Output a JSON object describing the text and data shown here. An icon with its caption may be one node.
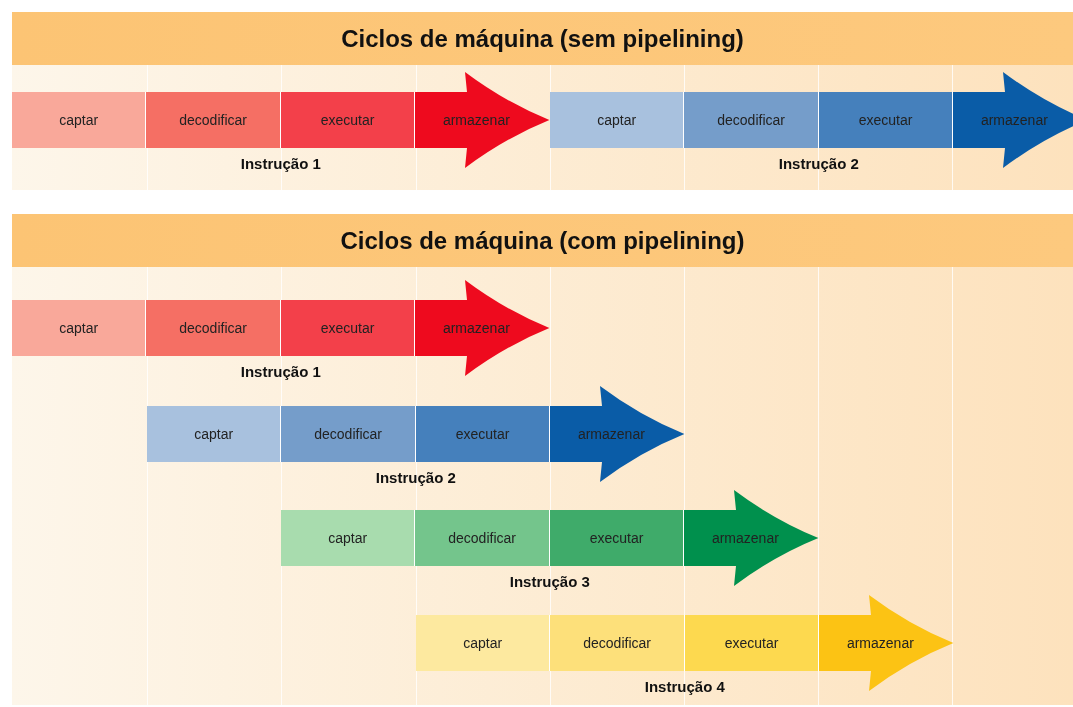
{
  "diagram": {
    "nodes": [
      {
        "text": [
          "Ciclos de máquina (sem pipelining)"
        ]
      },
      {
        "text": [
          "Instrução 1"
        ],
        "in": 0
      },
      {
        "text": [
          "captar"
        ],
        "in": 1
      },
      {
        "text": [
          "decodificar"
        ],
        "in": 1
      },
      {
        "text": [
          "executar"
        ],
        "in": 1
      },
      {
        "text": [
          "armazenar"
        ],
        "in": 1
      },
      {
        "text": [
          "Instrução 2"
        ],
        "in": 0
      },
      {
        "text": [
          "captar"
        ],
        "in": 6
      },
      {
        "text": [
          "decodificar"
        ],
        "in": 6
      },
      {
        "text": [
          "executar"
        ],
        "in": 6
      },
      {
        "text": [
          "armazenar"
        ],
        "in": 6
      },
      {
        "text": [
          "Ciclos de máquina (com pipelining)"
        ]
      },
      {
        "text": [
          "Instrução 1"
        ],
        "in": 11
      },
      {
        "text": [
          "captar"
        ],
        "in": 12
      },
      {
        "text": [
          "decodificar"
        ],
        "in": 12
      },
      {
        "text": [
          "executar"
        ],
        "in": 12
      },
      {
        "text": [
          "armazenar"
        ],
        "in": 12
      },
      {
        "text": [
          "Instrução 2"
        ],
        "in": 11
      },
      {
        "text": [
          "captar"
        ],
        "in": 17
      },
      {
        "text": [
          "decodificar"
        ],
        "in": 17
      },
      {
        "text": [
          "executar"
        ],
        "in": 17
      },
      {
        "text": [
          "armazenar"
        ],
        "in": 17
      },
      {
        "text": [
          "Instrução 3"
        ],
        "in": 11
      },
      {
        "text": [
          "captar"
        ],
        "in": 22
      },
      {
        "text": [
          "decodificar"
        ],
        "in": 22
      },
      {
        "text": [
          "executar"
        ],
        "in": 22
      },
      {
        "text": [
          "armazenar"
        ],
        "in": 22
      },
      {
        "text": [
          "Instrução 4"
        ],
        "in": 11
      },
      {
        "text": [
          "captar"
        ],
        "in": 27
      },
      {
        "text": [
          "decodificar"
        ],
        "in": 27
      },
      {
        "text": [
          "executar"
        ],
        "in": 27
      },
      {
        "text": [
          "armazenar"
        ],
        "in": 27
      }
    ]
  }
}
